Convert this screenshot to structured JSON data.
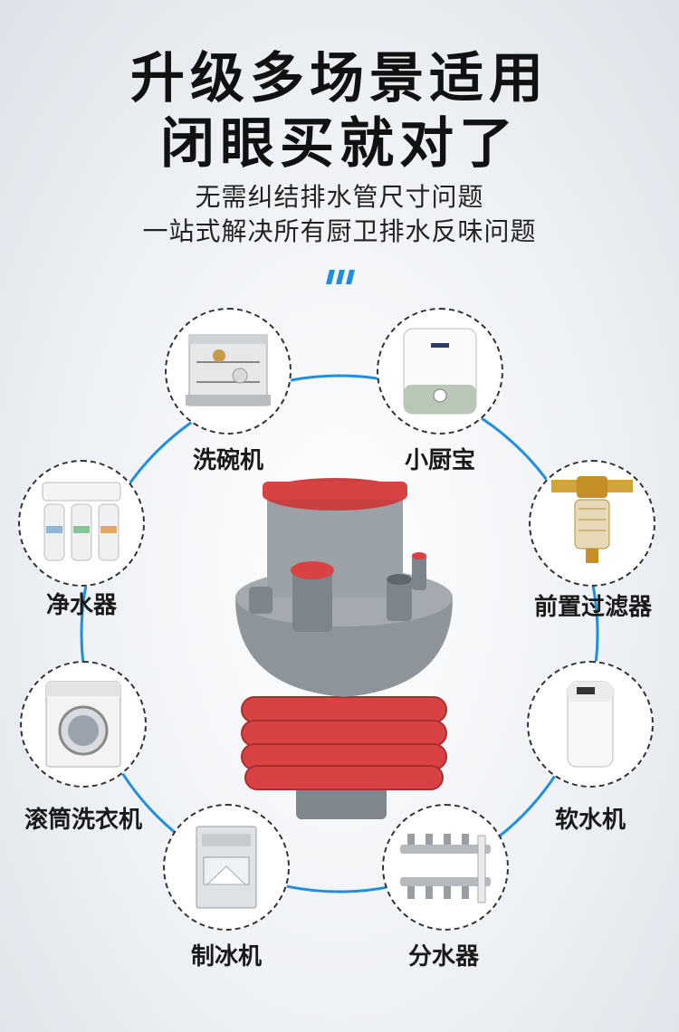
{
  "headline": {
    "line1": "升级多场景适用",
    "line2": "闭眼买就对了"
  },
  "subtitle": {
    "line1": "无需纠结排水管尺寸问题",
    "line2": "一站式解决所有厨卫排水反味问题"
  },
  "colors": {
    "accent": "#1e8fe0",
    "product_red": "#d94242",
    "product_gray": "#8d949a"
  },
  "appliances": [
    {
      "label": "洗碗机",
      "icon": "dishwasher-icon"
    },
    {
      "label": "小厨宝",
      "icon": "water-heater-icon"
    },
    {
      "label": "净水器",
      "icon": "water-purifier-icon"
    },
    {
      "label": "前置过滤器",
      "icon": "pre-filter-icon"
    },
    {
      "label": "滚筒洗衣机",
      "icon": "washing-machine-icon"
    },
    {
      "label": "软水机",
      "icon": "water-softener-icon"
    },
    {
      "label": "制冰机",
      "icon": "ice-maker-icon"
    },
    {
      "label": "分水器",
      "icon": "manifold-icon"
    }
  ]
}
